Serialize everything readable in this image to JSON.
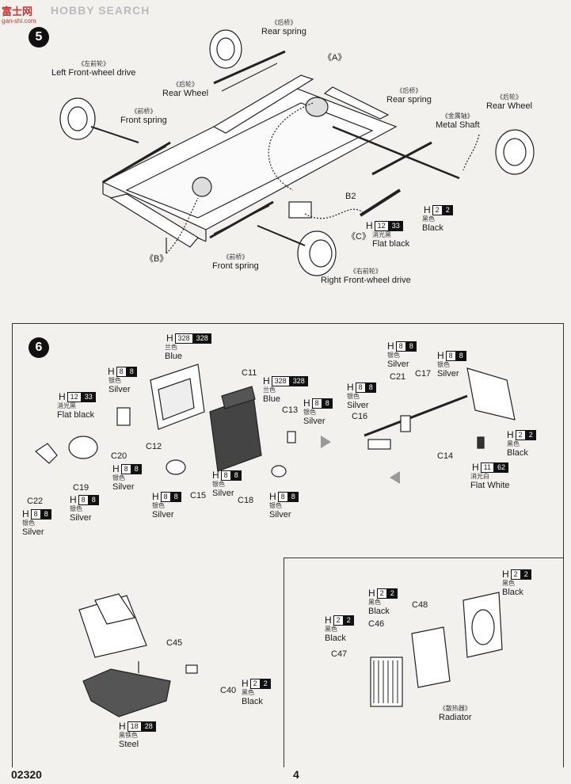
{
  "header": {
    "watermark": "HOBBY SEARCH",
    "site": "gan-shi.com",
    "logo_text": "富士网"
  },
  "step5": {
    "number": "5",
    "labels": {
      "rear_spring_top": {
        "cn": "《后桥》",
        "en": "Rear spring"
      },
      "left_front_wheel_drive": {
        "cn": "《左前轮》",
        "en": "Left Front-wheel drive"
      },
      "rear_wheel_left": {
        "cn": "《后轮》",
        "en": "Rear Wheel"
      },
      "front_spring_left": {
        "cn": "《前桥》",
        "en": "Front spring"
      },
      "rear_spring_right": {
        "cn": "《后桥》",
        "en": "Rear spring"
      },
      "rear_wheel_right": {
        "cn": "《后轮》",
        "en": "Rear Wheel"
      },
      "metal_shaft": {
        "cn": "《金属轴》",
        "en": "Metal Shaft"
      },
      "front_spring_bottom": {
        "cn": "《前桥》",
        "en": "Front spring"
      },
      "right_front_wheel_drive": {
        "cn": "《右前轮》",
        "en": "Right Front-wheel drive"
      }
    },
    "marks": {
      "a": "《A》",
      "b": "《B》",
      "c": "《C》",
      "b2": "B2"
    },
    "paint_black": {
      "h": "H",
      "num": "2",
      "code": "2",
      "cn": "黑色",
      "en": "Black"
    },
    "paint_flat_black": {
      "h": "H",
      "num": "12",
      "code": "33",
      "cn": "消光黑",
      "en": "Flat black"
    }
  },
  "step6": {
    "number": "6",
    "paints": {
      "blue": {
        "h": "H",
        "num": "328",
        "code": "328",
        "cn": "兰色",
        "en": "Blue"
      },
      "silver_c12": {
        "h": "H",
        "num": "8",
        "code": "8",
        "cn": "银色",
        "en": "Silver"
      },
      "blue_c11": {
        "h": "H",
        "num": "328",
        "code": "328",
        "cn": "兰色",
        "en": "Blue"
      },
      "flat_black": {
        "h": "H",
        "num": "12",
        "code": "33",
        "cn": "消光黑",
        "en": "Flat black"
      },
      "silver_c13": {
        "h": "H",
        "num": "8",
        "code": "8",
        "cn": "银色",
        "en": "Silver"
      },
      "silver_c20": {
        "h": "H",
        "num": "8",
        "code": "8",
        "cn": "银色",
        "en": "Silver"
      },
      "silver_c19": {
        "h": "H",
        "num": "8",
        "code": "8",
        "cn": "银色",
        "en": "Silver"
      },
      "silver_c22": {
        "h": "H",
        "num": "8",
        "code": "8",
        "cn": "银色",
        "en": "Silver"
      },
      "silver_c15": {
        "h": "H",
        "num": "8",
        "code": "8",
        "cn": "银色",
        "en": "Silver"
      },
      "silver_mid": {
        "h": "H",
        "num": "8",
        "code": "8",
        "cn": "银色",
        "en": "Silver"
      },
      "silver_c18": {
        "h": "H",
        "num": "8",
        "code": "8",
        "cn": "银色",
        "en": "Silver"
      },
      "silver_r1": {
        "h": "H",
        "num": "8",
        "code": "8",
        "cn": "银色",
        "en": "Silver"
      },
      "silver_c17": {
        "h": "H",
        "num": "8",
        "code": "8",
        "cn": "银色",
        "en": "Silver"
      },
      "silver_c21": {
        "h": "H",
        "num": "8",
        "code": "8",
        "cn": "银色",
        "en": "Silver"
      },
      "black_c14": {
        "h": "H",
        "num": "2",
        "code": "2",
        "cn": "黑色",
        "en": "Black"
      },
      "flat_white": {
        "h": "H",
        "num": "11",
        "code": "62",
        "cn": "消光白",
        "en": "Flat White"
      }
    },
    "parts": {
      "c11": "C11",
      "c12": "C12",
      "c13": "C13",
      "c14": "C14",
      "c15": "C15",
      "c16": "C16",
      "c17": "C17",
      "c18": "C18",
      "c19": "C19",
      "c20": "C20",
      "c21": "C21",
      "c22": "C22"
    }
  },
  "lower": {
    "paints": {
      "black_c40": {
        "h": "H",
        "num": "2",
        "code": "2",
        "cn": "黑色",
        "en": "Black"
      },
      "steel": {
        "h": "H",
        "num": "18",
        "code": "28",
        "cn": "黑铁色",
        "en": "Steel"
      },
      "black_c48": {
        "h": "H",
        "num": "2",
        "code": "2",
        "cn": "黑色",
        "en": "Black"
      },
      "black_mid": {
        "h": "H",
        "num": "2",
        "code": "2",
        "cn": "黑色",
        "en": "Black"
      },
      "black_c46": {
        "h": "H",
        "num": "2",
        "code": "2",
        "cn": "黑色",
        "en": "Black"
      }
    },
    "parts": {
      "c40": "C40",
      "c45": "C45",
      "c46": "C46",
      "c47": "C47",
      "c48": "C48"
    },
    "radiator": {
      "cn": "《散热器》",
      "en": "Radiator"
    }
  },
  "footer": {
    "code": "02320",
    "page": "4"
  }
}
